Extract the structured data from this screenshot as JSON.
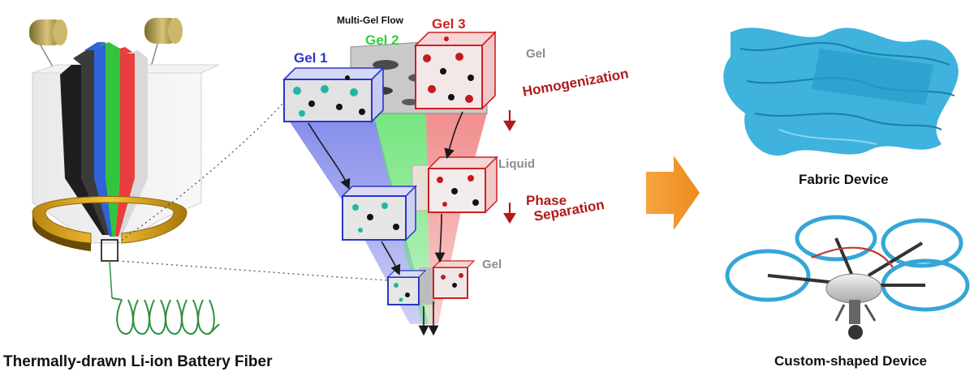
{
  "left_panel": {
    "caption": "Thermally-drawn Li-ion Battery Fiber"
  },
  "middle_panel": {
    "title": "Multi-Gel Flow",
    "gel_labels": [
      {
        "text": "Gel 1",
        "color": "#2a36c9"
      },
      {
        "text": "Gel 2",
        "color": "#2fd13a"
      },
      {
        "text": "Gel 3",
        "color": "#d11f1f"
      }
    ],
    "phase_labels": {
      "top": "Gel",
      "middle": "Liquid",
      "bottom": "Gel"
    },
    "steps": {
      "homogenization": "Homogenization",
      "phase_separation_line1": "Phase",
      "phase_separation_line2": "Separation"
    },
    "arrow_glyph": "↓"
  },
  "right_panel": {
    "fabric_caption": "Fabric Device",
    "drone_caption": "Custom-shaped Device"
  },
  "colors": {
    "accent_orange": "#f0962a",
    "fabric_blue": "#3fb2dd",
    "step_red": "#b01a1a",
    "phase_gray": "#8c8c8c"
  }
}
